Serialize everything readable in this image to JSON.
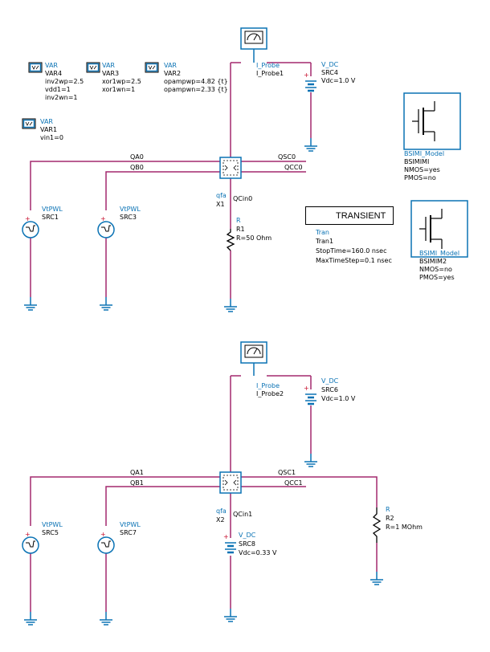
{
  "colors": {
    "wire": "#a3286e",
    "component": "#0a72b4",
    "text": "#000000",
    "ground": "#0a72b4"
  },
  "var_blocks": [
    {
      "id": "var4",
      "title": "VAR",
      "name": "VAR4",
      "lines": [
        "inv2wp=2.5",
        "vdd1=1",
        "inv2wn=1"
      ]
    },
    {
      "id": "var3",
      "title": "VAR",
      "name": "VAR3",
      "lines": [
        "xor1wp=2.5",
        "xor1wn=1"
      ]
    },
    {
      "id": "var2",
      "title": "VAR",
      "name": "VAR2",
      "lines": [
        "opampwp=4.82 {t}",
        "opampwn=2.33 {t}"
      ]
    },
    {
      "id": "var1",
      "title": "VAR",
      "name": "VAR1",
      "lines": [
        "vin1=0"
      ]
    }
  ],
  "models": [
    {
      "id": "m1",
      "title": "BSIMI_Model",
      "name": "BSIMIMI",
      "lines": [
        "NMOS=yes",
        "PMOS=no"
      ]
    },
    {
      "id": "m2",
      "title": "BSIMI_Model",
      "name": "BSIMIM2",
      "lines": [
        "NMOS=no",
        "PMOS=yes"
      ]
    }
  ],
  "transient": {
    "label": "TRANSIENT",
    "title": "Tran",
    "name": "Tran1",
    "lines": [
      "StopTime=160.0 nsec",
      "MaxTimeStep=0.1 nsec"
    ]
  },
  "circuit_top": {
    "probe": {
      "type": "I_Probe",
      "name": "I_Probe1"
    },
    "vdc": {
      "type": "V_DC",
      "name": "SRC4",
      "value": "Vdc=1.0 V"
    },
    "nets": {
      "a": "QA0",
      "b": "QB0",
      "sc": "QSC0",
      "cc": "QCC0",
      "cin": "QCin0"
    },
    "block": {
      "type": "qfa",
      "name": "X1"
    },
    "src_a": {
      "type": "VtPWL",
      "name": "SRC1"
    },
    "src_b": {
      "type": "VtPWL",
      "name": "SRC3"
    },
    "res": {
      "type": "R",
      "name": "R1",
      "value": "R=50 Ohm"
    }
  },
  "circuit_bottom": {
    "probe": {
      "type": "I_Probe",
      "name": "I_Probe2"
    },
    "vdc": {
      "type": "V_DC",
      "name": "SRC6",
      "value": "Vdc=1.0 V"
    },
    "nets": {
      "a": "QA1",
      "b": "QB1",
      "sc": "QSC1",
      "cc": "QCC1",
      "cin": "QCin1"
    },
    "block": {
      "type": "qfa",
      "name": "X2"
    },
    "src_a": {
      "type": "VtPWL",
      "name": "SRC5"
    },
    "src_b": {
      "type": "VtPWL",
      "name": "SRC7"
    },
    "vdc2": {
      "type": "V_DC",
      "name": "SRC8",
      "value": "Vdc=0.33 V"
    },
    "res": {
      "type": "R",
      "name": "R2",
      "value": "R=1 MOhm"
    }
  }
}
